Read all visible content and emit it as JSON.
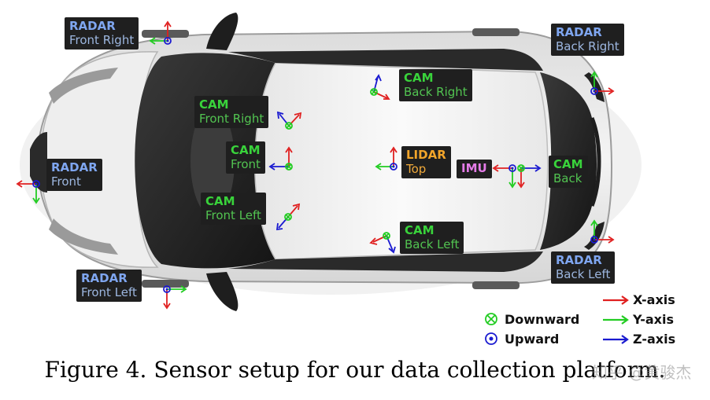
{
  "sensors": [
    {
      "id": "radar-front-right",
      "type_text": "RADAR",
      "pos_text": "Front Right",
      "kind": "radar"
    },
    {
      "id": "radar-back-right",
      "type_text": "RADAR",
      "pos_text": "Back Right",
      "kind": "radar"
    },
    {
      "id": "cam-back-right",
      "type_text": "CAM",
      "pos_text": "Back Right",
      "kind": "cam"
    },
    {
      "id": "cam-front-right",
      "type_text": "CAM",
      "pos_text": "Front Right",
      "kind": "cam"
    },
    {
      "id": "cam-front",
      "type_text": "CAM",
      "pos_text": "Front",
      "kind": "cam"
    },
    {
      "id": "lidar-top",
      "type_text": "LIDAR",
      "pos_text": "Top",
      "kind": "lidar"
    },
    {
      "id": "imu",
      "type_text": "IMU",
      "pos_text": "",
      "kind": "imu"
    },
    {
      "id": "cam-back",
      "type_text": "CAM",
      "pos_text": "Back",
      "kind": "cam"
    },
    {
      "id": "radar-front",
      "type_text": "RADAR",
      "pos_text": "Front",
      "kind": "radar"
    },
    {
      "id": "cam-front-left",
      "type_text": "CAM",
      "pos_text": "Front Left",
      "kind": "cam"
    },
    {
      "id": "cam-back-left",
      "type_text": "CAM",
      "pos_text": "Back Left",
      "kind": "cam"
    },
    {
      "id": "radar-front-left",
      "type_text": "RADAR",
      "pos_text": "Front Left",
      "kind": "radar"
    },
    {
      "id": "radar-back-left",
      "type_text": "RADAR",
      "pos_text": "Back Left",
      "kind": "radar"
    }
  ],
  "legend": {
    "downward": "Downward",
    "upward": "Upward",
    "x_axis": "X-axis",
    "y_axis": "Y-axis",
    "z_axis": "Z-axis"
  },
  "colors": {
    "x_axis": "#e02020",
    "y_axis": "#22cc22",
    "z_axis": "#1a1ad0",
    "label_bg": "#1f1f1f",
    "radar_text": "#7fa6f0",
    "cam_text": "#39d33b",
    "lidar_text": "#f2a52a",
    "imu_text": "#e57ce8"
  },
  "caption": "Figure 4. Sensor setup for our data collection platform.",
  "watermark": "知乎 @黄骏杰"
}
